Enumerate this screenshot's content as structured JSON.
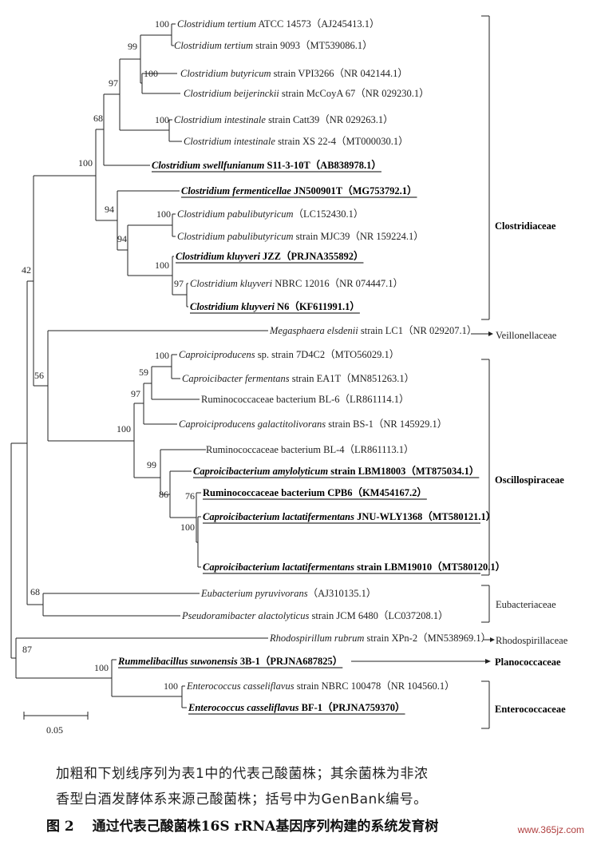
{
  "taxa": [
    {
      "italic": "Clostridium tertium",
      "rest": " ATCC 14573（AJ245413.1）",
      "bold": false
    },
    {
      "italic": "Clostridium tertium",
      "rest": " strain 9093（MT539086.1）",
      "bold": false
    },
    {
      "italic": "Clostridium butyricum",
      "rest": " strain VPI3266（NR 042144.1）",
      "bold": false
    },
    {
      "italic": "Clostridium beijerinckii",
      "rest": " strain McCoyA 67（NR 029230.1）",
      "bold": false
    },
    {
      "italic": "Clostridium intestinale",
      "rest": " strain Catt39（NR 029263.1）",
      "bold": false
    },
    {
      "italic": "Clostridium intestinale",
      "rest": " strain XS 22-4（MT000030.1）",
      "bold": false
    },
    {
      "italic": "Clostridium swellfunianum",
      "rest": " S11-3-10T（AB838978.1）",
      "bold": true
    },
    {
      "italic": "Clostridium fermenticellae",
      "rest": " JN500901T（MG753792.1）",
      "bold": true
    },
    {
      "italic": "Clostridium pabulibutyricum",
      "rest": "（LC152430.1）",
      "bold": false
    },
    {
      "italic": "Clostridium pabulibutyricum",
      "rest": " strain MJC39（NR 159224.1）",
      "bold": false
    },
    {
      "italic": "Clostridium kluyveri",
      "rest": " JZZ（PRJNA355892）",
      "bold": true
    },
    {
      "italic": "Clostridium kluyveri",
      "rest": " NBRC 12016（NR 074447.1）",
      "bold": false
    },
    {
      "italic": "Clostridium kluyveri",
      "rest": " N6（KF611991.1）",
      "bold": true
    },
    {
      "italic": "Megasphaera elsdenii",
      "rest": " strain LC1（NR 029207.1）",
      "bold": false
    },
    {
      "italic": "Caproiciproducens",
      "rest": " sp. strain 7D4C2（MTO56029.1）",
      "bold": false
    },
    {
      "italic": "Caproicibacter fermentans",
      "rest": " strain EA1T（MN851263.1）",
      "bold": false
    },
    {
      "italic": "",
      "rest": "Ruminococcaceae bacterium BL-6（LR861114.1）",
      "bold": false
    },
    {
      "italic": "Caproiciproducens galactitolivorans",
      "rest": " strain BS-1（NR 145929.1）",
      "bold": false
    },
    {
      "italic": "",
      "rest": "Ruminococcaceae bacterium BL-4（LR861113.1）",
      "bold": false
    },
    {
      "italic": "Caproicibacterium amylolyticum",
      "rest": " strain LBM18003（MT875034.1）",
      "bold": true
    },
    {
      "italic": "",
      "rest": "Ruminococcaceae bacterium CPB6（KM454167.2）",
      "bold": true
    },
    {
      "italic": "Caproicibacterium lactatifermentans",
      "rest": " JNU-WLY1368（MT580121.1）",
      "bold": true
    },
    {
      "italic": "Caproicibacterium lactatifermentans",
      "rest": " strain LBM19010（MT580120.1）",
      "bold": true
    },
    {
      "italic": "Eubacterium pyruvivorans",
      "rest": "（AJ310135.1）",
      "bold": false
    },
    {
      "italic": "Pseudoramibacter alactolyticus",
      "rest": " strain JCM 6480（LC037208.1）",
      "bold": false
    },
    {
      "italic": "Rhodospirillum rubrum",
      "rest": " strain XPn-2（MN538969.1）",
      "bold": false
    },
    {
      "italic": "Rummelibacillus suwonensis",
      "rest": " 3B-1（PRJNA687825）",
      "bold": true
    },
    {
      "italic": "Enterococcus casseliflavus",
      "rest": " strain NBRC 100478（NR 104560.1）",
      "bold": false
    },
    {
      "italic": "Enterococcus casseliflavus",
      "rest": " BF-1（PRJNA759370）",
      "bold": true
    }
  ],
  "bootstrap": [
    "100",
    "99",
    "100",
    "97",
    "100",
    "68",
    "100",
    "94",
    "100",
    "94",
    "100",
    "97",
    "42",
    "56",
    "100",
    "59",
    "97",
    "100",
    "99",
    "86",
    "76",
    "100",
    "68",
    "87",
    "100",
    "100"
  ],
  "families": [
    "Clostridiaceae",
    "Veillonellaceae",
    "Oscillospiraceae",
    "Eubacteriaceae",
    "Rhodospirillaceae",
    "Planococcaceae",
    "Enterococcaceae"
  ],
  "scale_label": "0.05",
  "caption_line1": "加粗和下划线序列为表1中的代表己酸菌株；其余菌株为非浓",
  "caption_line2": "香型白酒发酵体系来源己酸菌株；括号中为GenBank编号。",
  "figure_title": "图 2　 通过代表己酸菌株16S rRNA基因序列构建的系统发育树",
  "watermark": "www.365jz.com"
}
